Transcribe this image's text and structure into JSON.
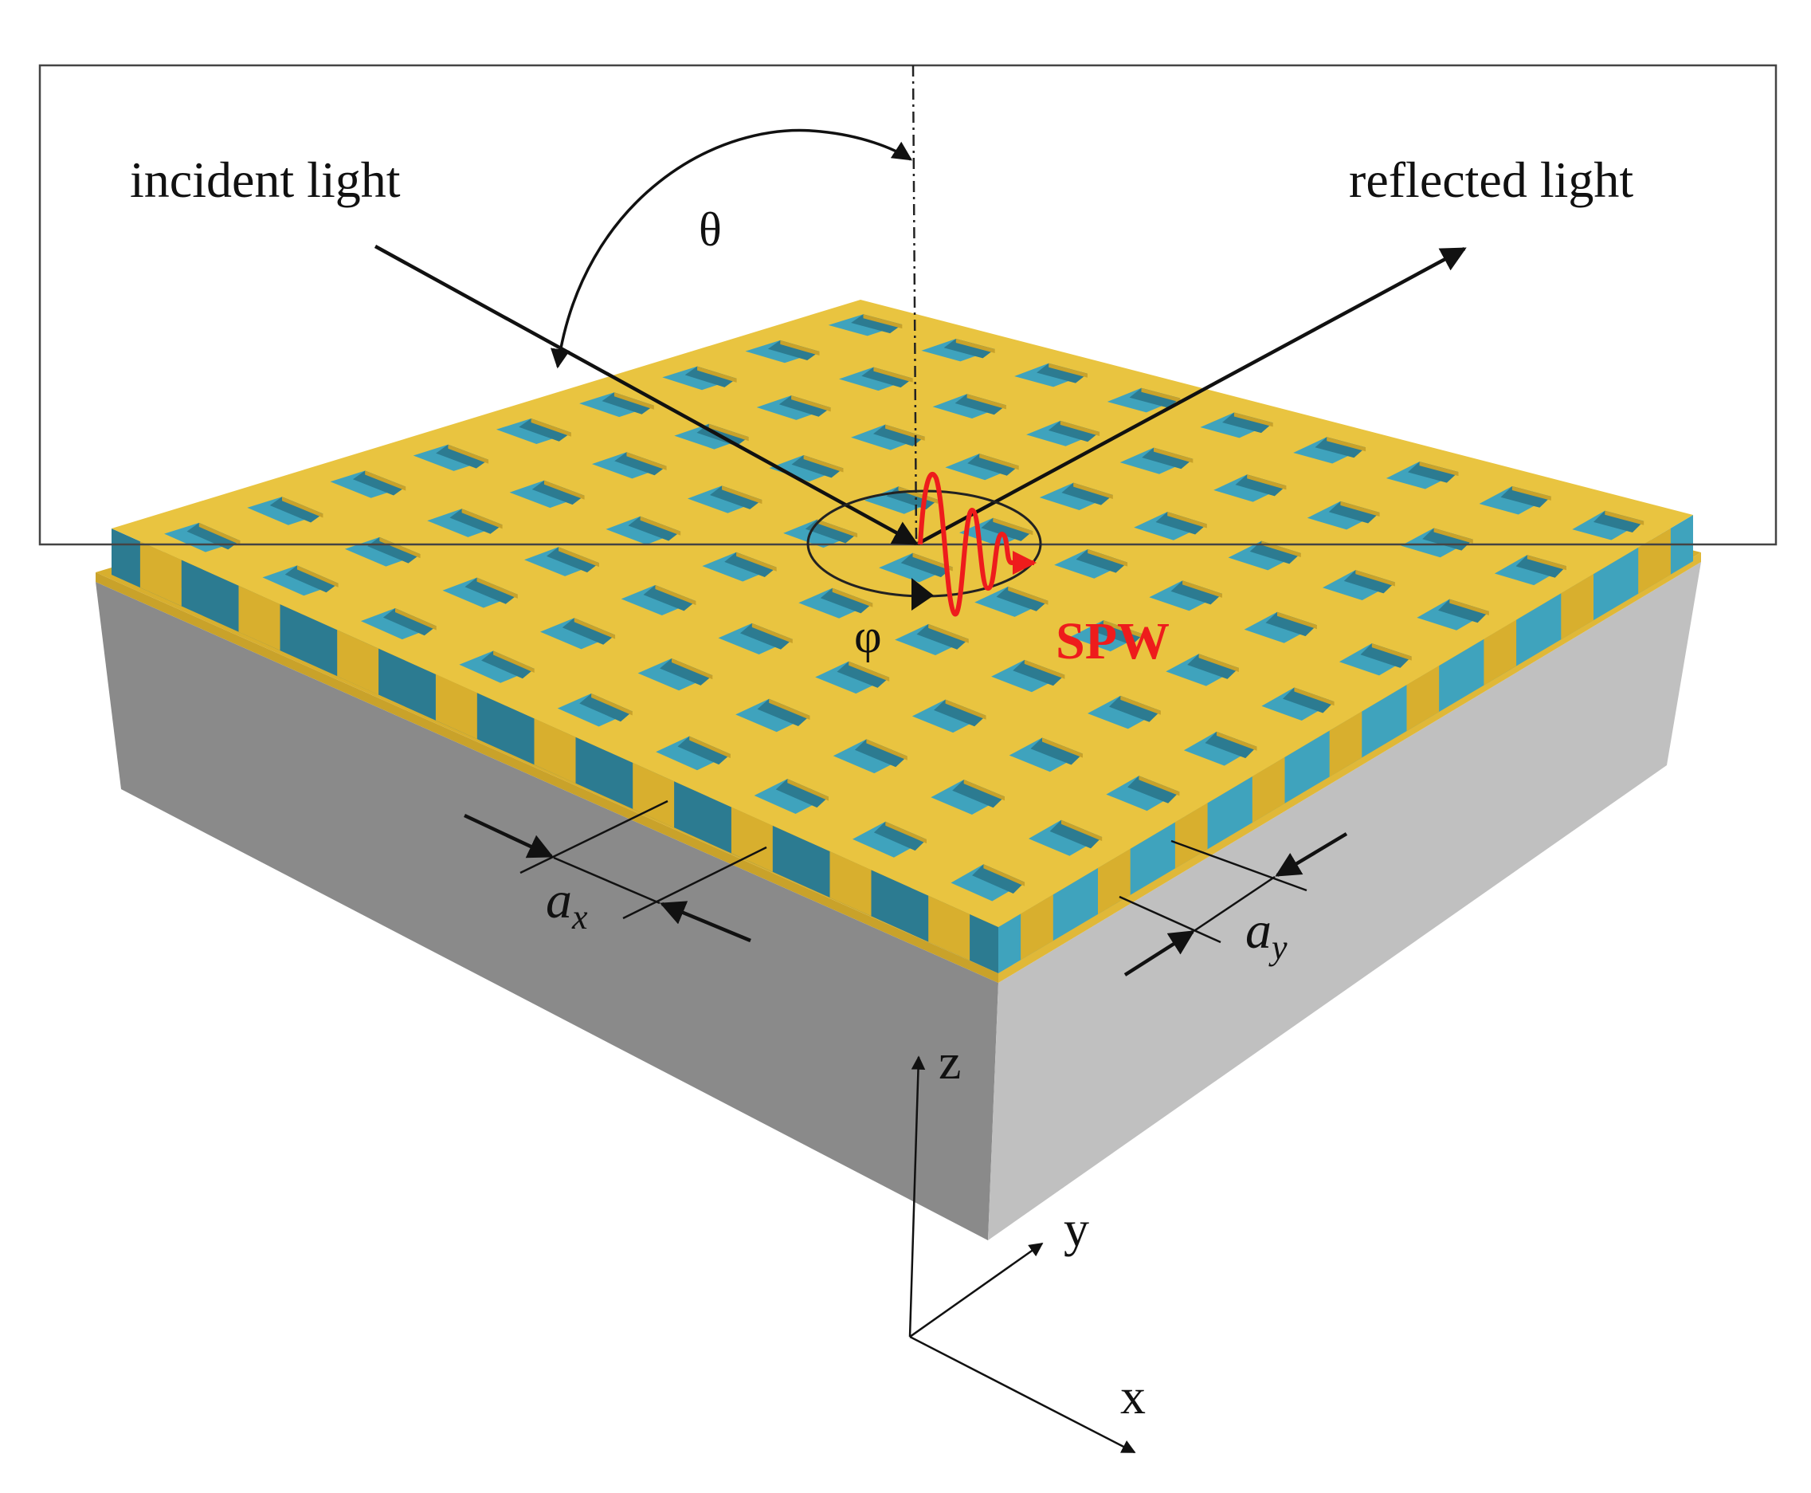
{
  "figure": {
    "labels": {
      "incident": "incident light",
      "reflected": "reflected light",
      "theta": "θ",
      "phi": "φ",
      "spw": "SPW",
      "ax_main": "a",
      "ax_sub": "x",
      "ay_main": "a",
      "ay_sub": "y",
      "axis_x": "x",
      "axis_y": "y",
      "axis_z": "z"
    },
    "colors": {
      "gold": "#E9C440",
      "gold_dark": "#C9A22A",
      "gold_side": "#D8AF2E",
      "teal": "#3FA3BD",
      "teal_dark": "#2C7B91",
      "substrate_left": "#8A8A8A",
      "substrate_right": "#C0C0C0",
      "spw_red": "#EE1C1C",
      "line": "#111111",
      "frame": "#555555"
    },
    "lattice": {
      "rows": 9,
      "cols": 9
    }
  }
}
